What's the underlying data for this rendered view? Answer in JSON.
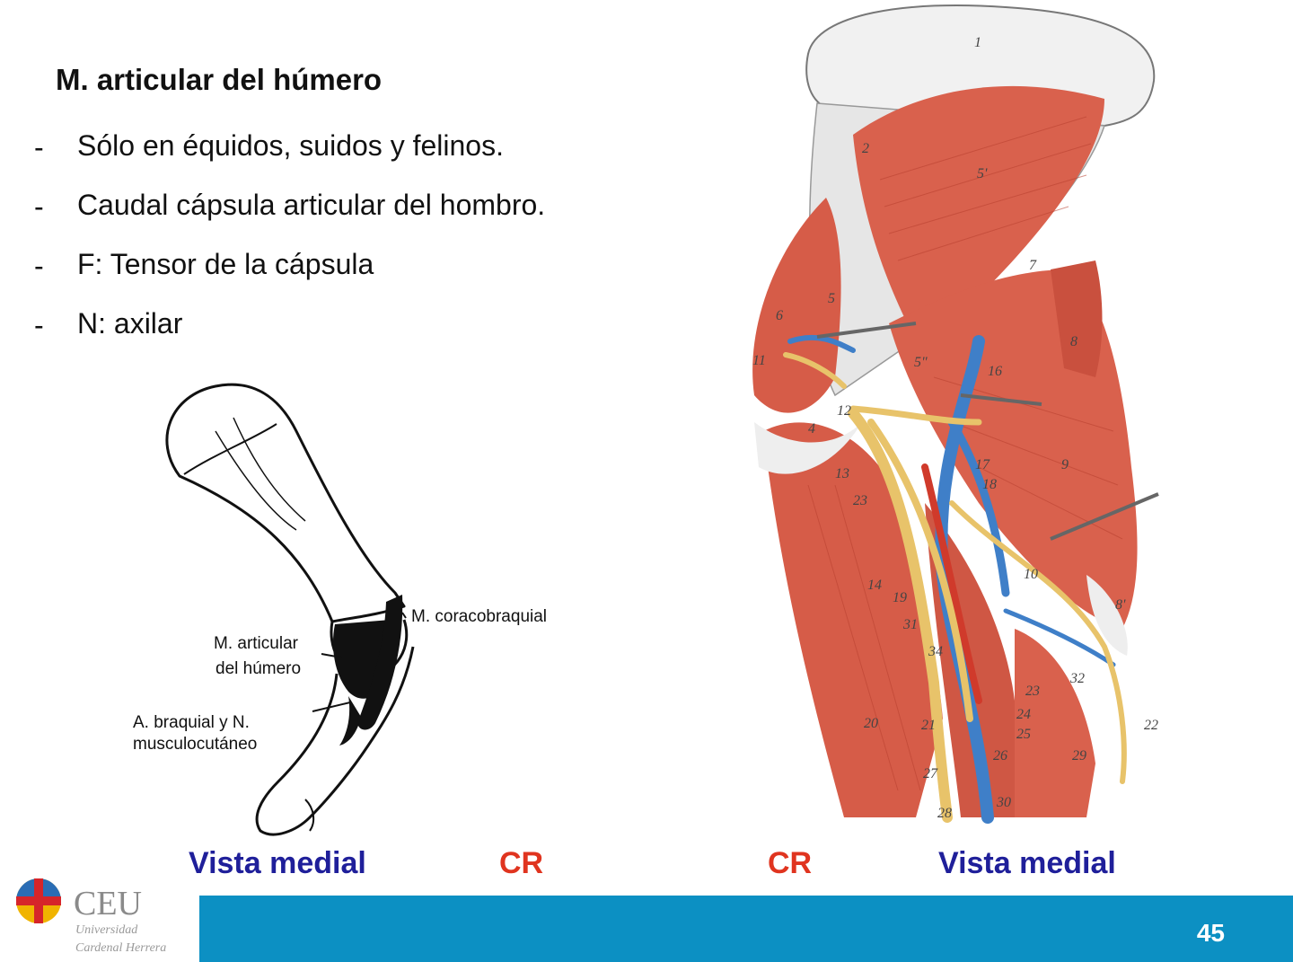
{
  "slide": {
    "title": "M. articular del húmero",
    "bullets": [
      {
        "marker": "-",
        "text": "Sólo en équidos, suidos y felinos."
      },
      {
        "marker": "-",
        "text": "Caudal cápsula articular del hombro."
      },
      {
        "marker": "-",
        "text": "F: Tensor de la cápsula"
      },
      {
        "marker": "-",
        "text": "N: axilar"
      }
    ],
    "sketch_labels": {
      "coracobraquial": "M. coracobraquial",
      "articular_line1": "M. articular",
      "articular_line2": "del húmero",
      "braquial_line1": "A. braquial y N.",
      "braquial_line2": "musculocutáneo"
    },
    "anatomy_numbers": [
      "1",
      "2",
      "5'",
      "5",
      "6",
      "7",
      "8",
      "11",
      "5\"",
      "16",
      "4",
      "12",
      "9",
      "13",
      "17",
      "18",
      "10",
      "23",
      "14",
      "19",
      "31",
      "34",
      "8'",
      "32",
      "23",
      "24",
      "25",
      "26",
      "20",
      "21",
      "22",
      "29",
      "27",
      "28",
      "30"
    ],
    "captions": {
      "left_view": "Vista medial",
      "left_cr": "CR",
      "right_cr": "CR",
      "right_view": "Vista medial"
    },
    "page_number": "45"
  },
  "logo": {
    "name": "CEU",
    "sub_line1": "Universidad",
    "sub_line2": "Cardenal Herrera"
  },
  "colors": {
    "footer_bar": "#0c90c3",
    "caption_blue": "#1f1f9a",
    "caption_red": "#e0341f",
    "muscle": "#d9614d",
    "vein": "#3f7fc8",
    "nerve": "#e8c36a"
  }
}
